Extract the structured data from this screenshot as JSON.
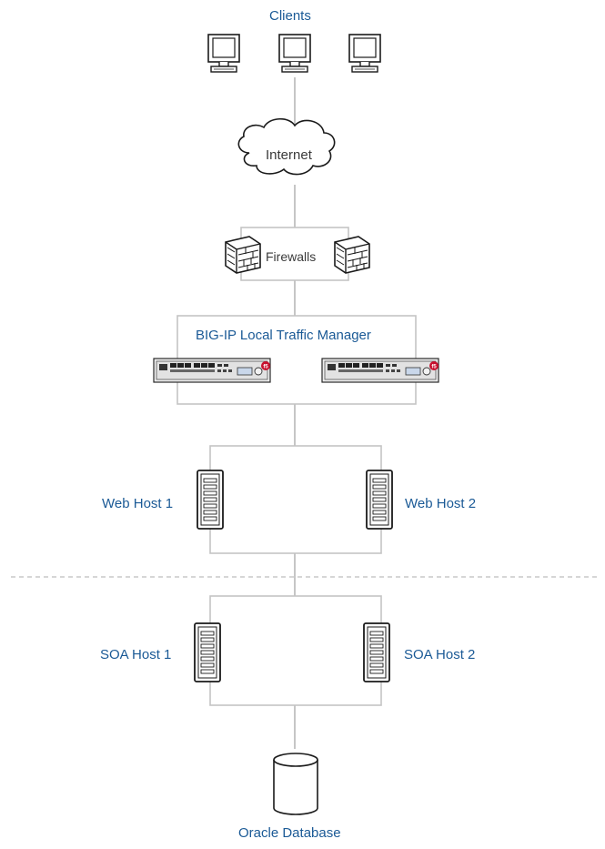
{
  "labels": {
    "clients": "Clients",
    "internet": "Internet",
    "firewalls": "Firewalls",
    "ltm": "BIG-IP Local Traffic Manager",
    "web_host_1": "Web Host 1",
    "web_host_2": "Web Host 2",
    "soa_host_1": "SOA Host 1",
    "soa_host_2": "SOA Host 2",
    "database": "Oracle Database"
  },
  "colors": {
    "label_blue": "#1b5a96",
    "label_grey": "#3a3a3a",
    "line": "#b8b8b8",
    "dashed_separator": "#bdbdbd",
    "icon_stroke": "#1a1a1a",
    "f5_logo": "#c8102e"
  },
  "icons": {
    "clients": [
      "monitor-icon",
      "monitor-icon",
      "monitor-icon"
    ],
    "internet": "cloud-icon",
    "firewalls": [
      "firewall-icon",
      "firewall-icon"
    ],
    "ltm": [
      "big-ip-appliance-icon",
      "big-ip-appliance-icon"
    ],
    "hosts": "server-tower-icon",
    "database": "database-cylinder-icon"
  }
}
